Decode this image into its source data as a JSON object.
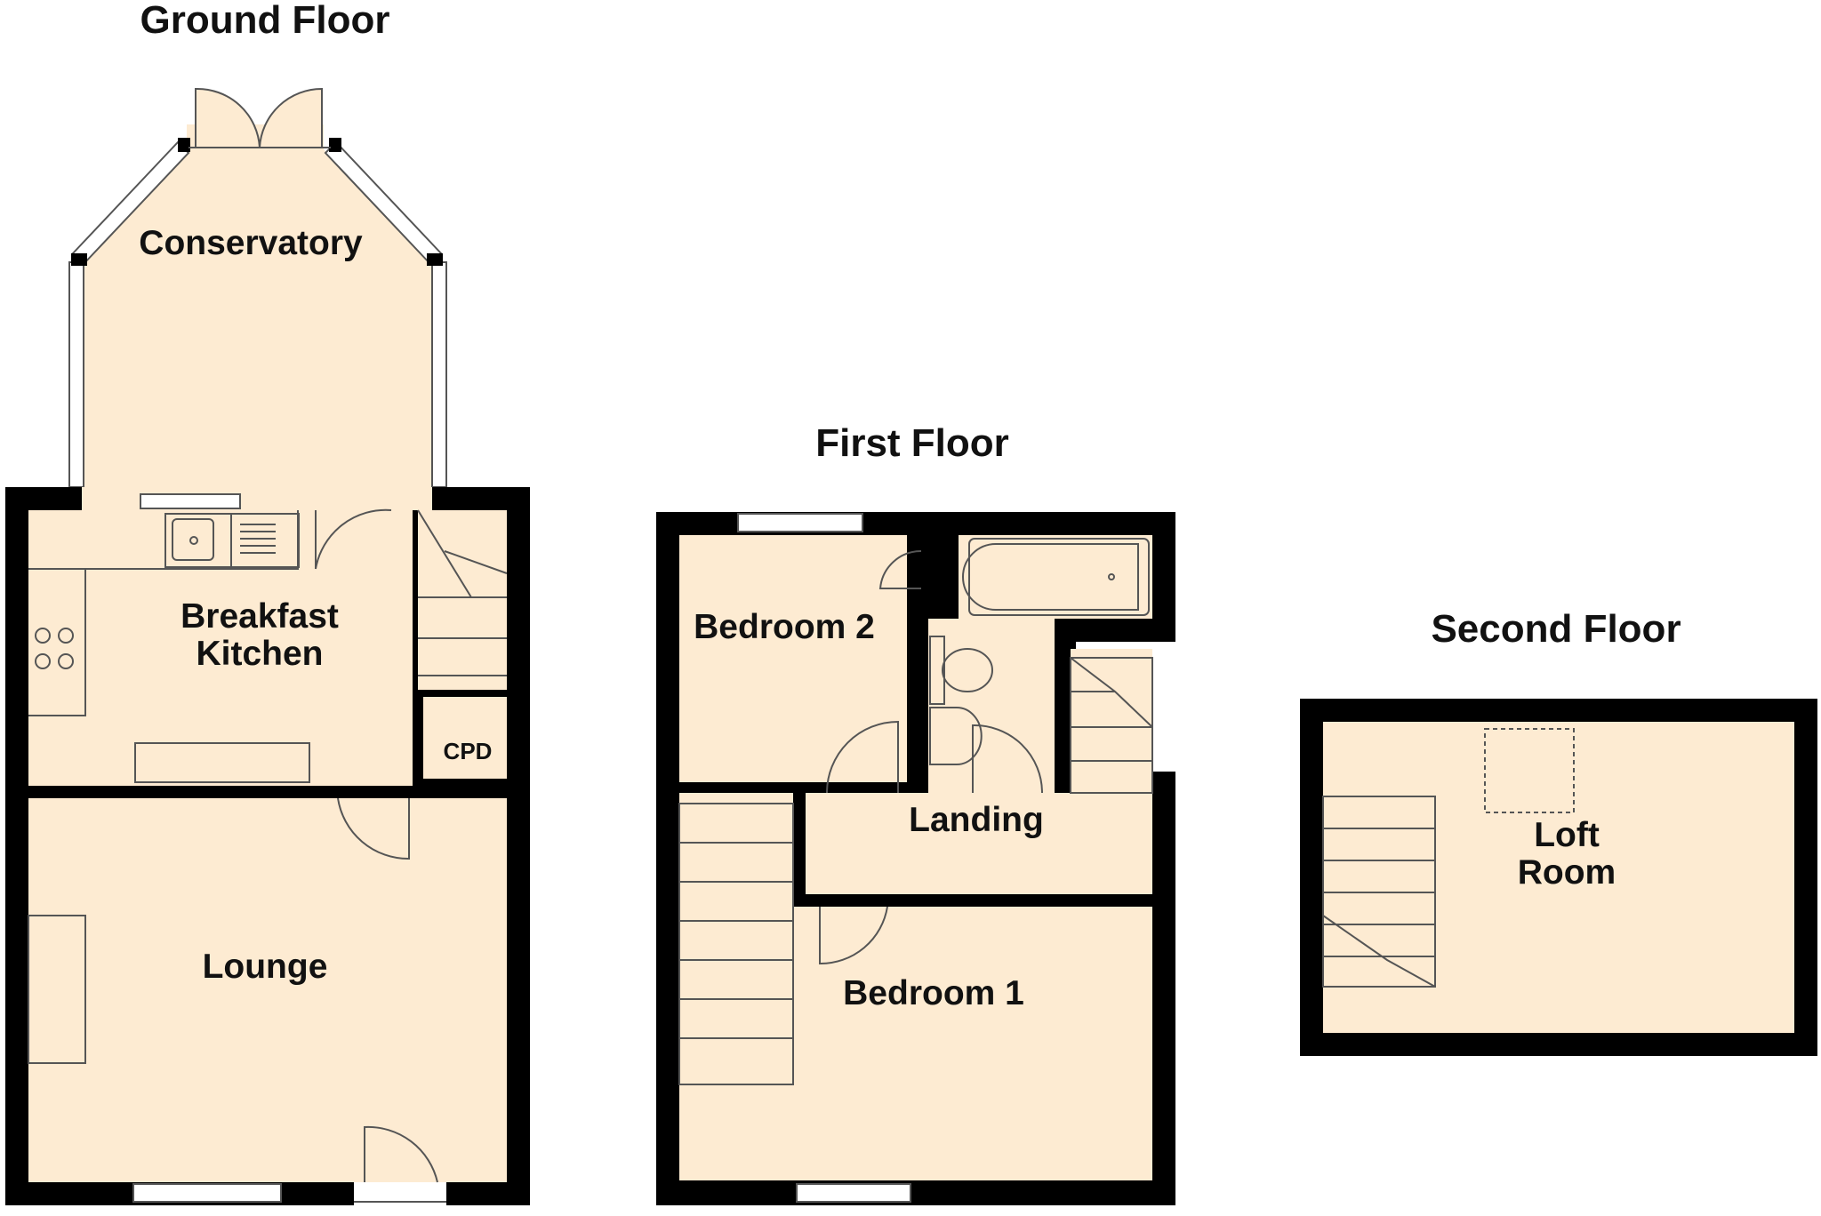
{
  "colors": {
    "room_fill": "#fdebd2",
    "wall": "#000000",
    "line": "#555555",
    "window": "#ffffff"
  },
  "floors": {
    "ground": {
      "title": "Ground Floor",
      "rooms": {
        "conservatory": "Conservatory",
        "kitchen_line1": "Breakfast",
        "kitchen_line2": "Kitchen",
        "cupboard": "CPD",
        "lounge": "Lounge"
      }
    },
    "first": {
      "title": "First Floor",
      "rooms": {
        "bedroom2": "Bedroom 2",
        "landing": "Landing",
        "bedroom1": "Bedroom 1"
      }
    },
    "second": {
      "title": "Second Floor",
      "rooms": {
        "loft_line1": "Loft",
        "loft_line2": "Room"
      }
    }
  }
}
